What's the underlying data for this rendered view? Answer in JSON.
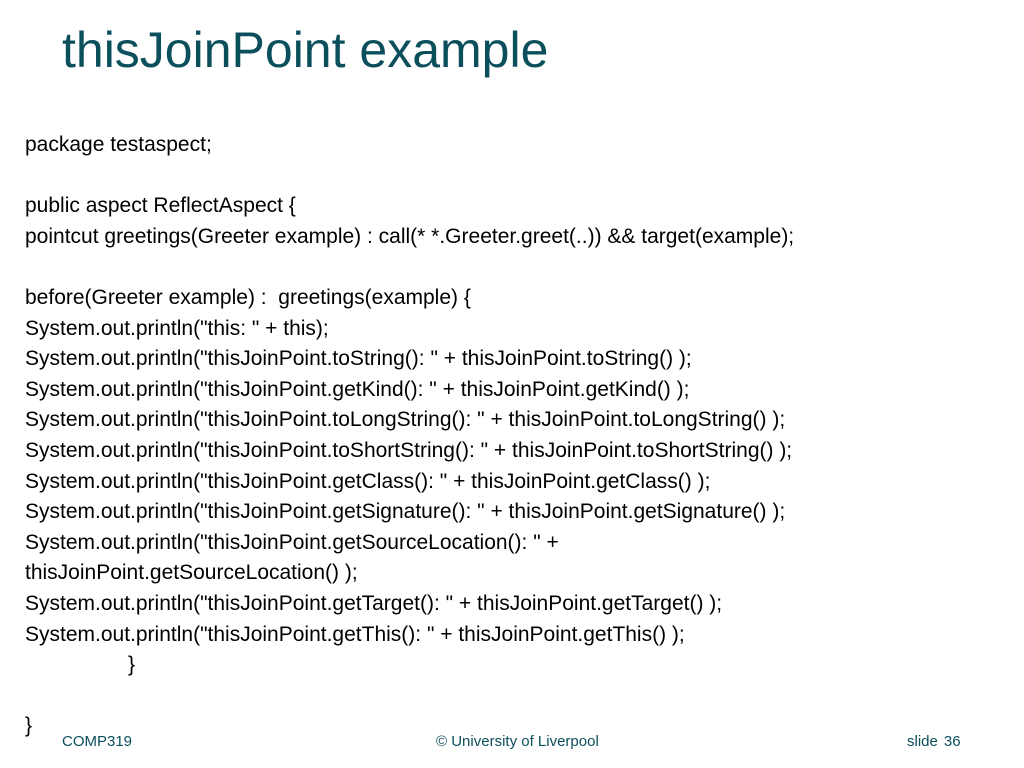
{
  "slide": {
    "title": "thisJoinPoint example",
    "code_lines": [
      "package testaspect;",
      "",
      "public aspect ReflectAspect {",
      "pointcut greetings(Greeter example) : call(* *.Greeter.greet(..)) && target(example);",
      "",
      "before(Greeter example) :  greetings(example) {",
      "System.out.println(\"this: \" + this);",
      "System.out.println(\"thisJoinPoint.toString(): \" + thisJoinPoint.toString() );",
      "System.out.println(\"thisJoinPoint.getKind(): \" + thisJoinPoint.getKind() );",
      "System.out.println(\"thisJoinPoint.toLongString(): \" + thisJoinPoint.toLongString() );",
      "System.out.println(\"thisJoinPoint.toShortString(): \" + thisJoinPoint.toShortString() );",
      "System.out.println(\"thisJoinPoint.getClass(): \" + thisJoinPoint.getClass() );",
      "System.out.println(\"thisJoinPoint.getSignature(): \" + thisJoinPoint.getSignature() );",
      "System.out.println(\"thisJoinPoint.getSourceLocation(): \" +",
      "thisJoinPoint.getSourceLocation() );",
      "System.out.println(\"thisJoinPoint.getTarget(): \" + thisJoinPoint.getTarget() );",
      "System.out.println(\"thisJoinPoint.getThis(): \" + thisJoinPoint.getThis() );",
      "}",
      "",
      "}"
    ]
  },
  "footer": {
    "course": "COMP319",
    "copyright": "© University of Liverpool",
    "slide_label": "slide",
    "slide_number": "36"
  },
  "colors": {
    "title": "#0c4f5c",
    "text": "#000000",
    "background": "#ffffff"
  }
}
